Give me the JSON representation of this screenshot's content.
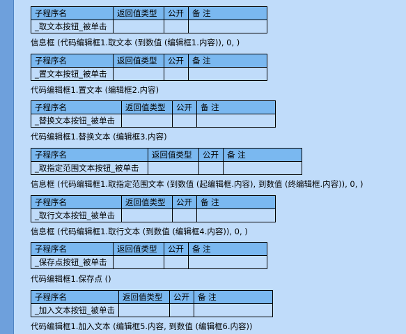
{
  "headers": {
    "name": "子程序名",
    "return_type": "返回值类型",
    "public": "公开",
    "remark": "备 注"
  },
  "blocks": [
    {
      "name": "_取文本按钮_被单击",
      "code": "信息框 (代码编辑框1.取文本 (到数值 (编辑框1.内容)), 0, )"
    },
    {
      "name": "_置文本按钮_被单击",
      "code": "代码编辑框1.置文本 (编辑框2.内容)"
    },
    {
      "name": "_替换文本按钮_被单击",
      "code": "代码编辑框1.替换文本 (编辑框3.内容)"
    },
    {
      "name": "_取指定范围文本按钮_被单击",
      "code": "信息框 (代码编辑框1.取指定范围文本 (到数值 (起编辑框.内容), 到数值 (终编辑框.内容)), 0, )"
    },
    {
      "name": "_取行文本按钮_被单击",
      "code": "信息框 (代码编辑框1.取行文本 (到数值 (编辑框4.内容)), 0, )"
    },
    {
      "name": "_保存点按钮_被单击",
      "code": "代码编辑框1.保存点 ()"
    },
    {
      "name": "_加入文本按钮_被单击",
      "code": "代码编辑框1.加入文本 (编辑框5.内容, 到数值 (编辑框6.内容))"
    }
  ]
}
